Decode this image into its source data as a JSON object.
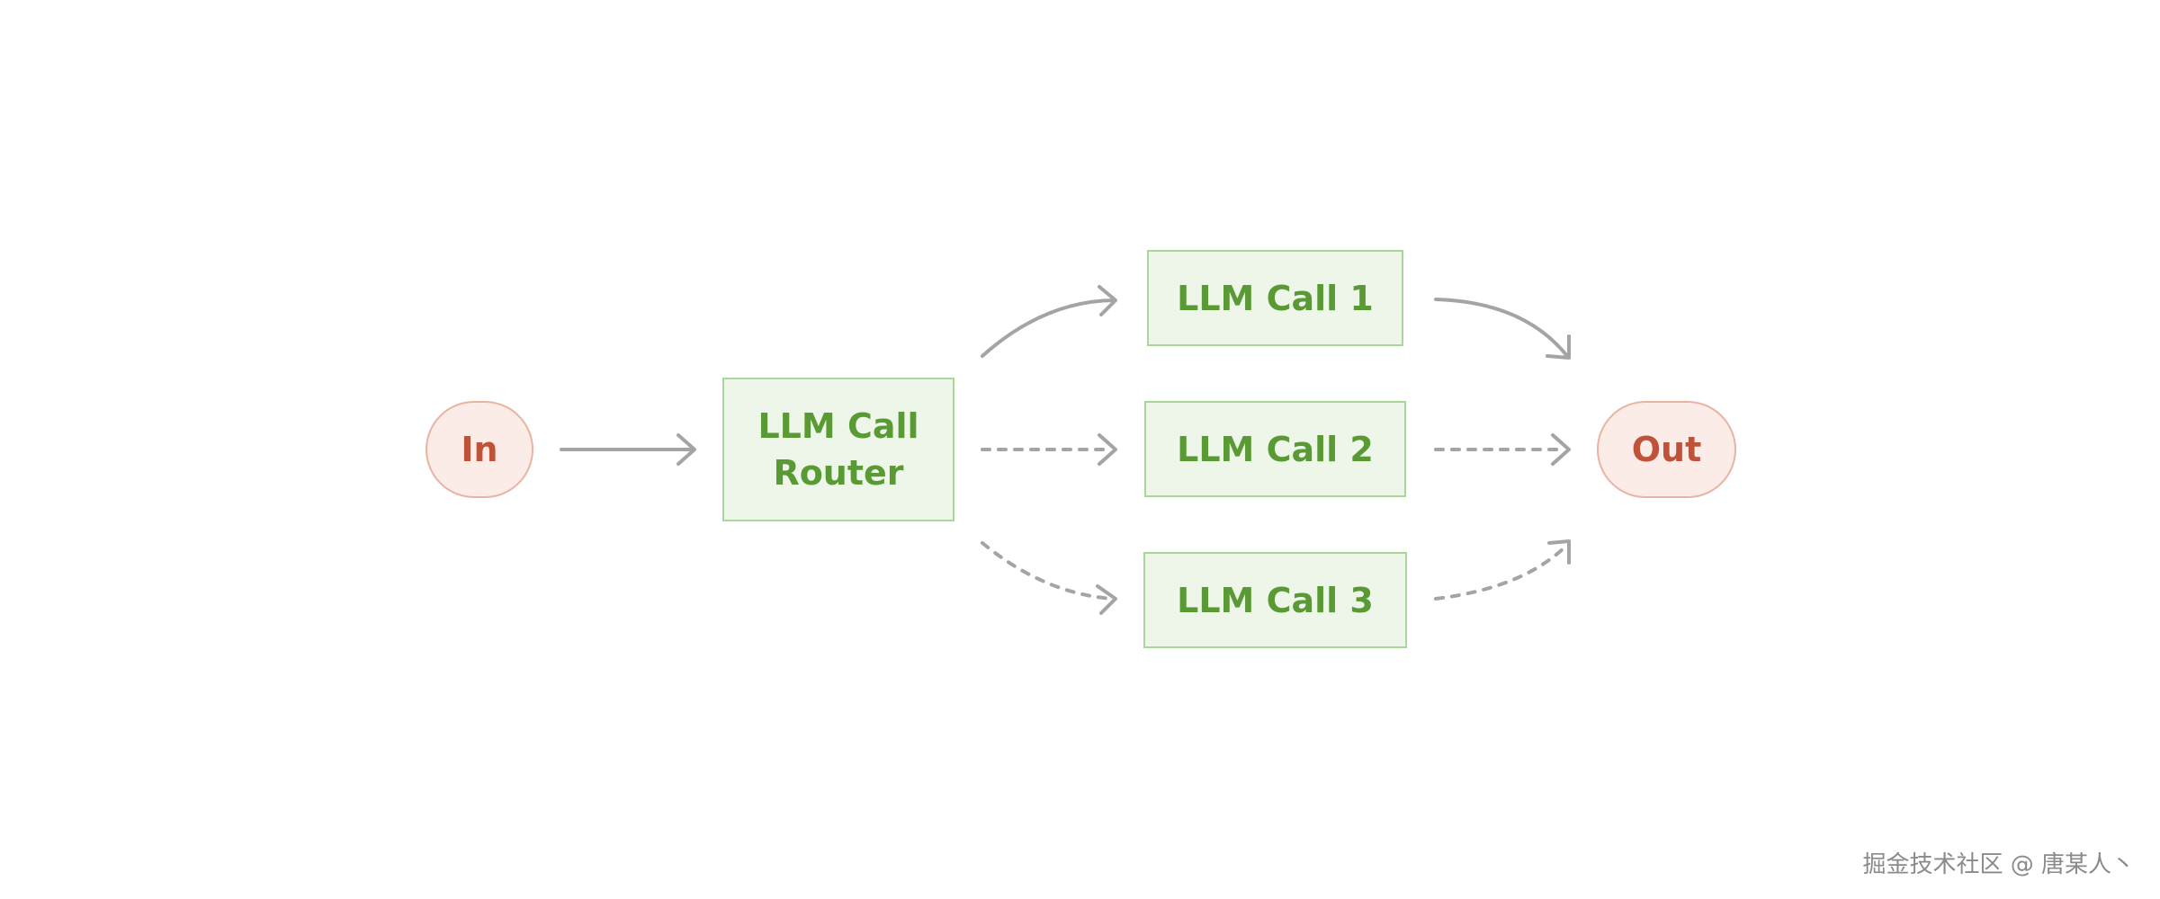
{
  "diagram": {
    "nodes": {
      "input": {
        "label": "In"
      },
      "router": {
        "line1": "LLM Call",
        "line2": "Router"
      },
      "call1": {
        "label": "LLM Call 1"
      },
      "call2": {
        "label": "LLM Call 2"
      },
      "call3": {
        "label": "LLM Call 3"
      },
      "output": {
        "label": "Out"
      }
    },
    "edges": [
      {
        "from": "input",
        "to": "router",
        "style": "solid"
      },
      {
        "from": "router",
        "to": "call1",
        "style": "solid"
      },
      {
        "from": "router",
        "to": "call2",
        "style": "dashed"
      },
      {
        "from": "router",
        "to": "call3",
        "style": "dashed"
      },
      {
        "from": "call1",
        "to": "output",
        "style": "solid"
      },
      {
        "from": "call2",
        "to": "output",
        "style": "dashed"
      },
      {
        "from": "call3",
        "to": "output",
        "style": "dashed"
      }
    ],
    "colors": {
      "io_fill": "#fbece7",
      "io_border": "#e9b3a1",
      "io_text": "#c0523a",
      "llm_fill": "#eef5e9",
      "llm_border": "#a9d79b",
      "llm_text": "#5a9a35",
      "arrow": "#a4a4a2"
    }
  },
  "watermark": "掘金技术社区 @ 唐某人丶"
}
